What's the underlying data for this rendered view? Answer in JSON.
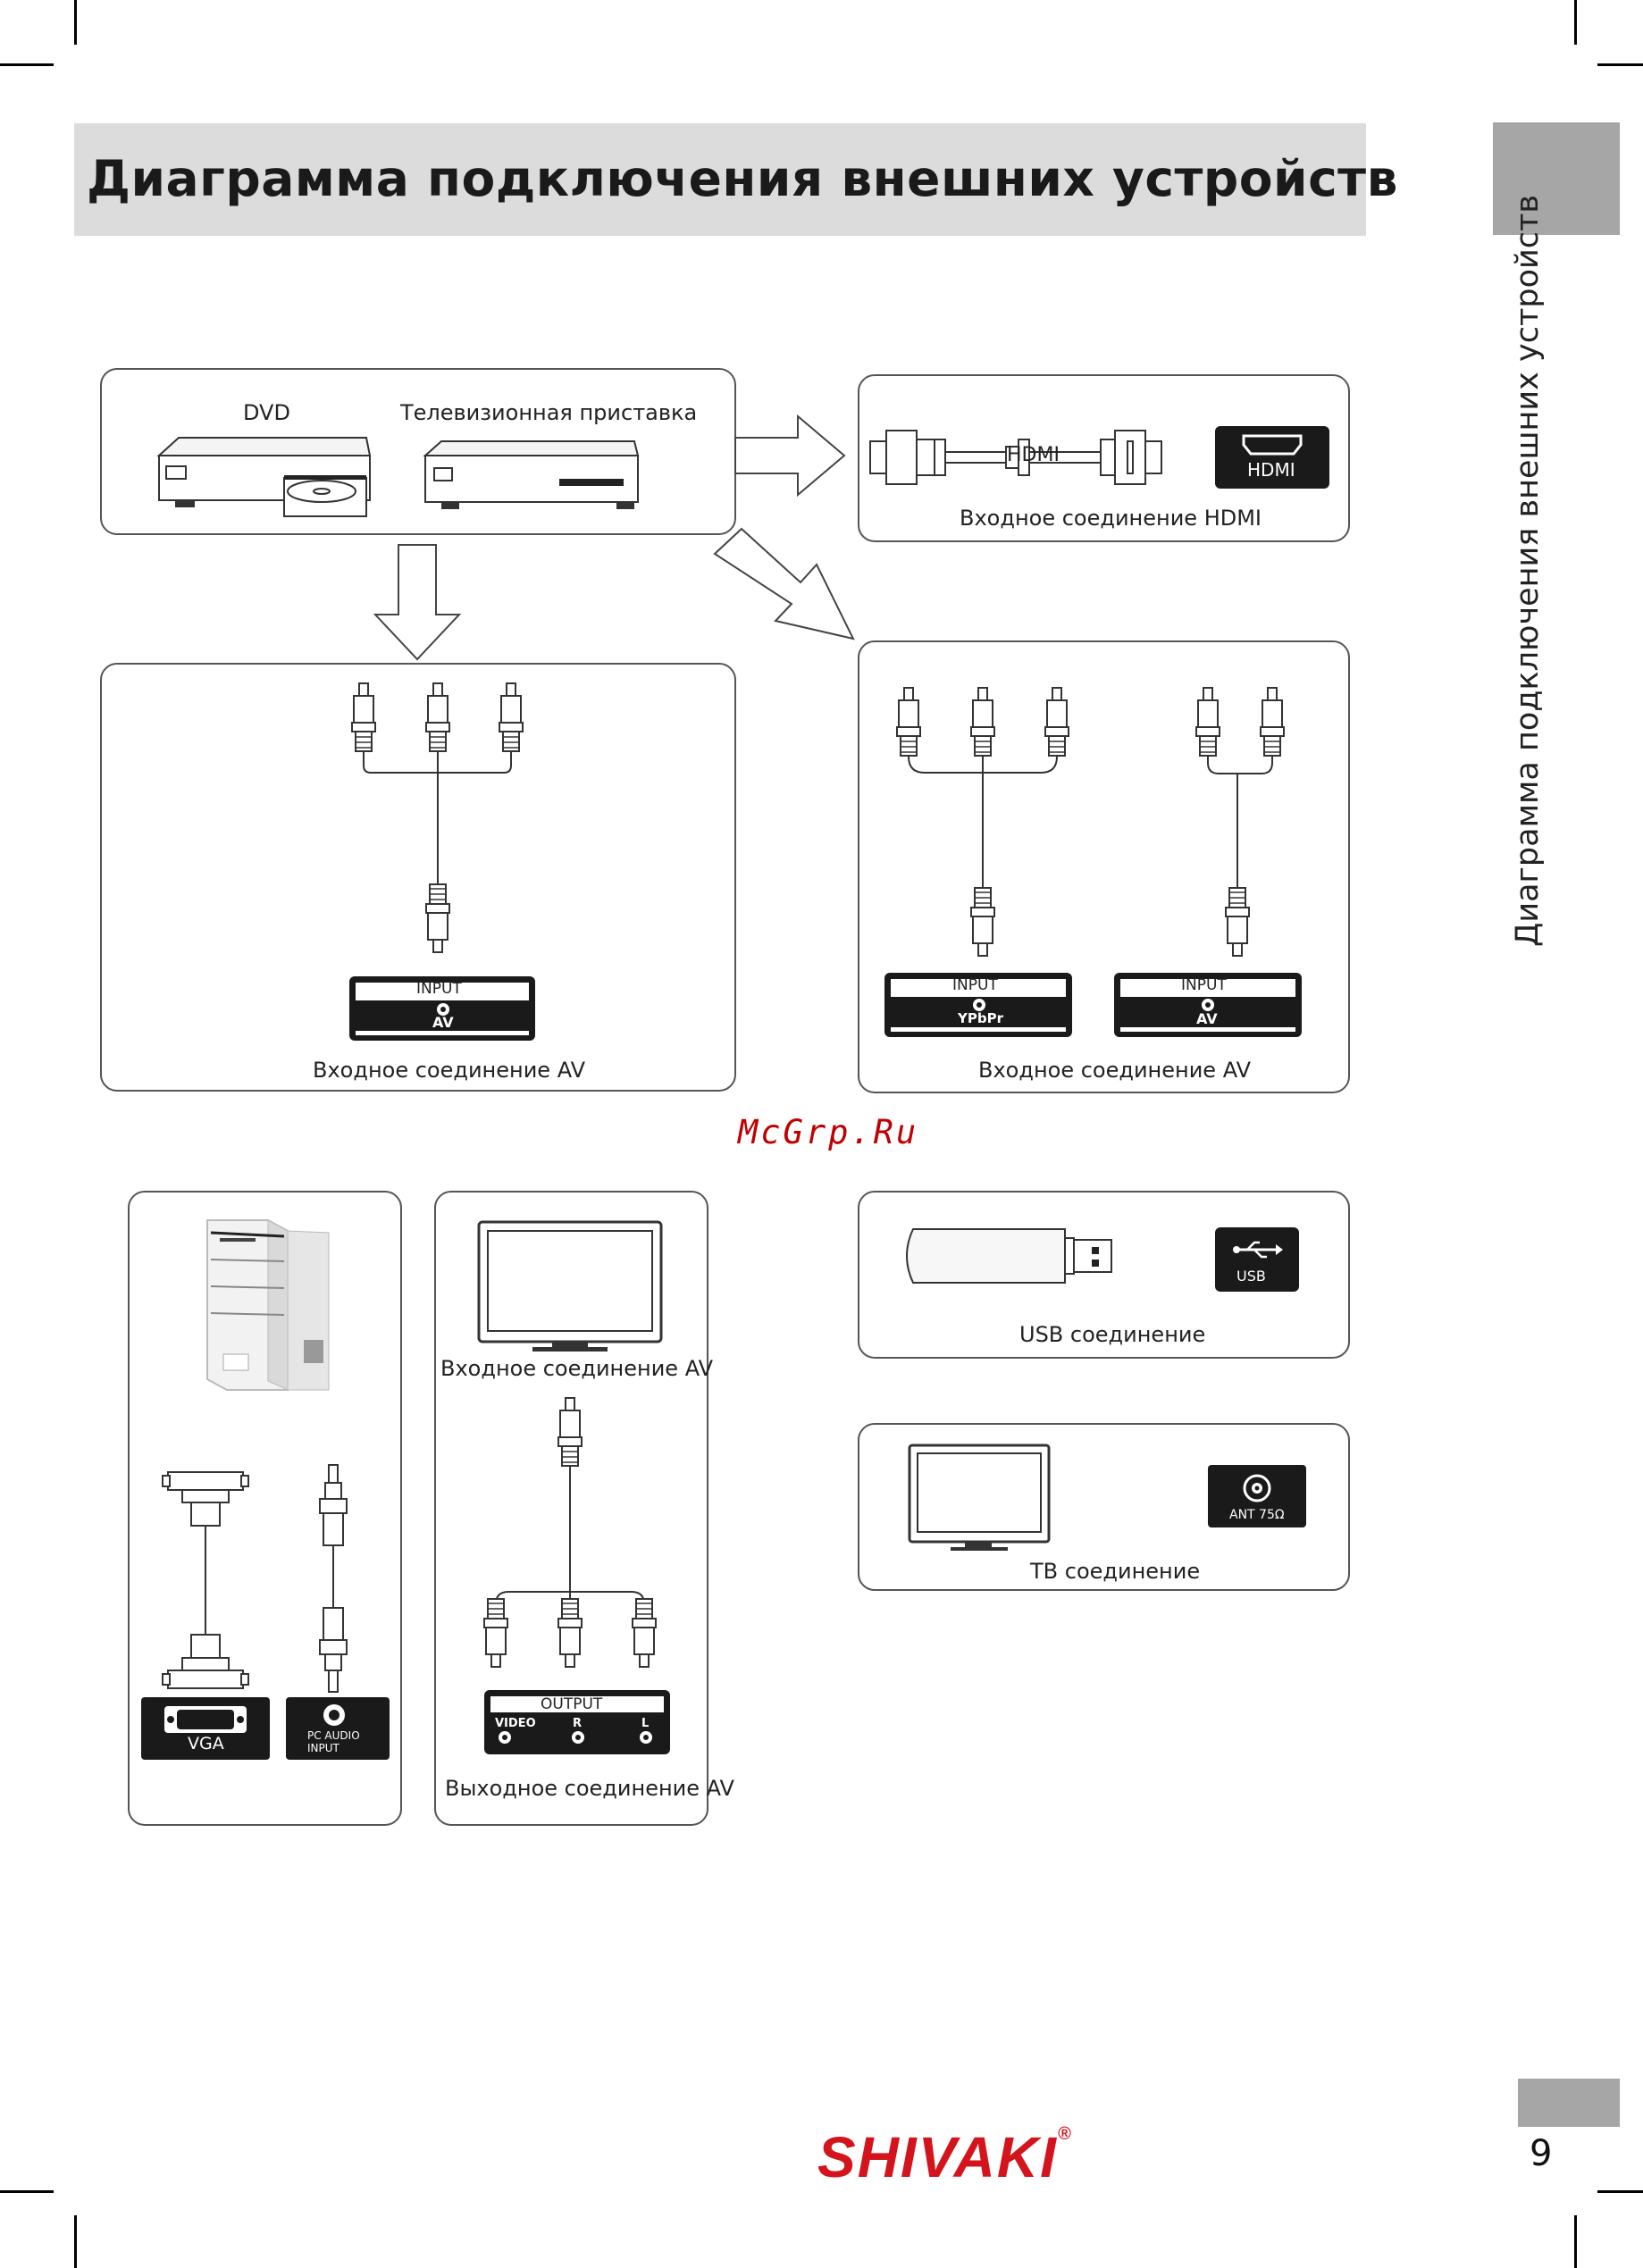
{
  "page": {
    "title": "Диаграмма подключения внешних устройств",
    "side_title": "Диаграмма подключения внешних устройств",
    "page_number": "9",
    "watermark": "McGrp.Ru",
    "logo": "SHIVAKI",
    "logo_mark": "®"
  },
  "sources": {
    "dvd_label": "DVD",
    "stb_label": "Телевизионная приставка"
  },
  "hdmi_box": {
    "cable_label": "HDMI",
    "port_label": "HDMI",
    "caption": "Входное соединение HDMI"
  },
  "av_box_left": {
    "port_top": "INPUT",
    "port_bottom": "AV",
    "caption": "Входное соединение AV"
  },
  "av_box_right": {
    "port1_top": "INPUT",
    "port1_bottom": "YPbPr",
    "port2_top": "INPUT",
    "port2_bottom": "AV",
    "caption": "Входное соединение AV"
  },
  "pc_box": {
    "vga_label": "VGA",
    "audio_label_1": "PC AUDIO",
    "audio_label_2": "INPUT"
  },
  "tv_out_box": {
    "top_caption": "Входное соединение AV",
    "port_title": "OUTPUT",
    "port_video": "VIDEO",
    "port_r": "R",
    "port_l": "L",
    "caption": "Выходное соединение AV"
  },
  "usb_box": {
    "port_label": "USB",
    "caption": "USB соединение"
  },
  "tv_box": {
    "port_label": "ANT 75Ω",
    "caption": "ТВ соединение"
  },
  "colors": {
    "title_bar": "#dcdcdc",
    "tab_gray": "#a6a6a6",
    "logo_red": "#d4141c",
    "watermark_red": "#c00000",
    "port_black": "#1a1a1a"
  }
}
